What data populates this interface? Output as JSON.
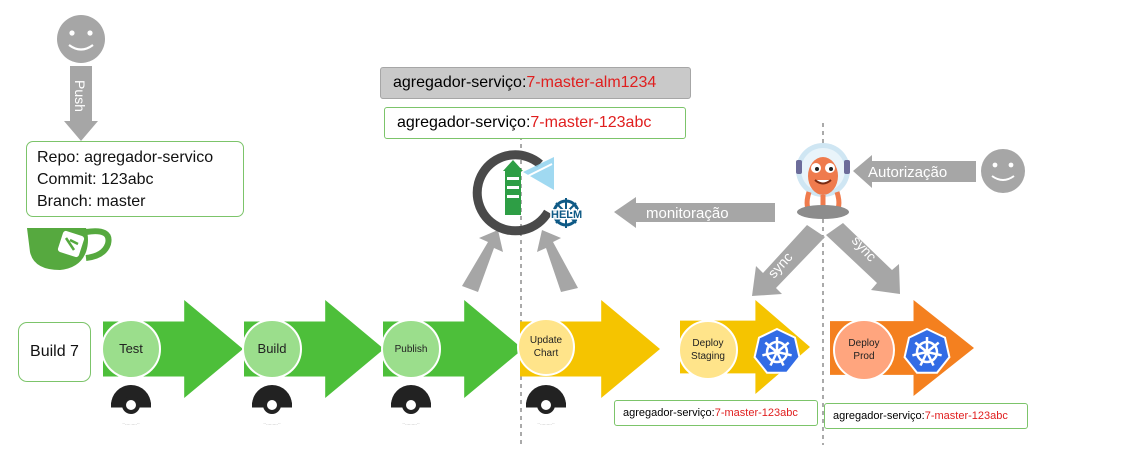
{
  "push_label": "Push",
  "repo_box": {
    "repo": "Repo: agregador-servico",
    "commit": "Commit: 123abc",
    "branch": "Branch: master"
  },
  "build_label": "Build 7",
  "stages": [
    {
      "label": "Test",
      "color": "#4dbf3a",
      "icon": "pokeball-icon"
    },
    {
      "label": "Build",
      "color": "#4dbf3a",
      "icon": "pokeball-icon"
    },
    {
      "label": "Publish",
      "color": "#4dbf3a",
      "icon": "pokeball-icon"
    },
    {
      "label": "Update\nChart",
      "color": "#f5c400",
      "icon": "pokeball-icon"
    },
    {
      "label": "Deploy\nStaging",
      "color": "#f5c400",
      "icon": "kubernetes-icon"
    },
    {
      "label": "Deploy\nProd",
      "color": "#f4801f",
      "icon": "kubernetes-icon"
    }
  ],
  "image_tags": {
    "old": {
      "name": "agregador-serviço:",
      "version": "7-master-alm1234"
    },
    "new": {
      "name": "agregador-serviço:",
      "version": "7-master-123abc"
    },
    "staging": {
      "name": "agregador-serviço:",
      "version": "7-master-123abc"
    },
    "prod": {
      "name": "agregador-serviço:",
      "version": "7-master-123abc"
    }
  },
  "helm_label": "HELM",
  "monitoracao_label": "monitoração",
  "autorizacao_label": "Autorização",
  "sync_label_left": "sync",
  "sync_label_right": "sync",
  "colors": {
    "green": "#4dbf3a",
    "yellow": "#f5c400",
    "orange": "#f4801f",
    "tag_version_red": "#e01e1e",
    "arrow_gray": "#a6a6a6",
    "box_border_green": "#7cc46a"
  }
}
